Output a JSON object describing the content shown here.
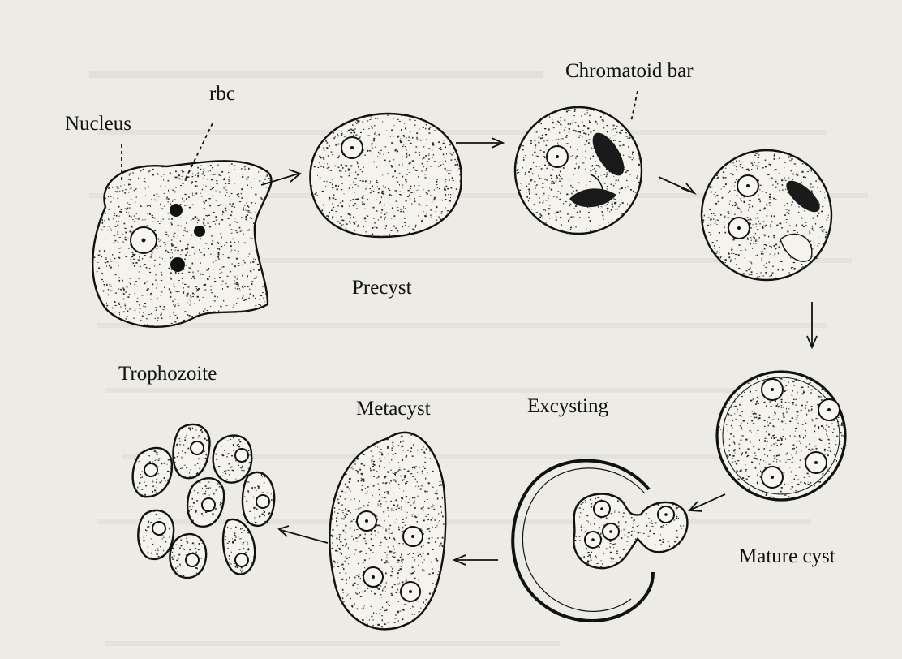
{
  "labels": {
    "nucleus": "Nucleus",
    "rbc": "rbc",
    "trophozoite": "Trophozoite",
    "precyst": "Precyst",
    "chromatoid_bar": "Chromatoid bar",
    "metacyst": "Metacyst",
    "excysting": "Excysting",
    "mature_cyst": "Mature cyst"
  },
  "colors": {
    "ink": "#111111",
    "paper": "#ecebe6",
    "cell": "#f4f3ee"
  }
}
